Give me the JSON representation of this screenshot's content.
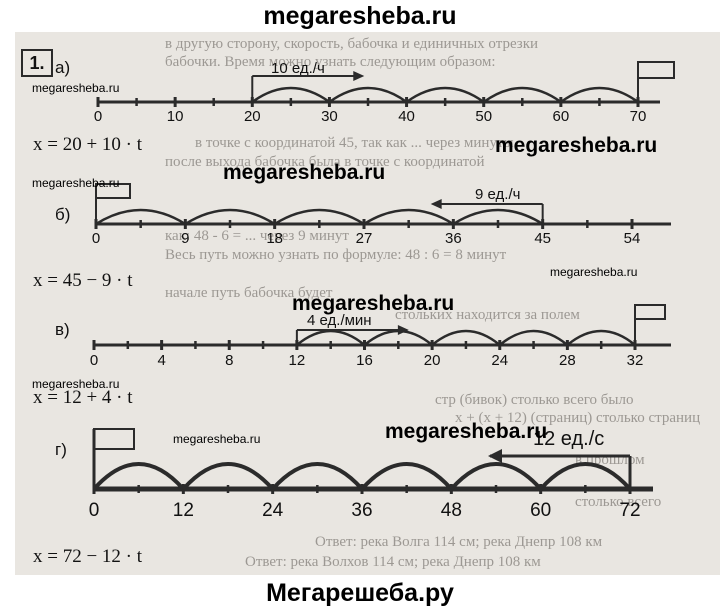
{
  "header": {
    "site": "megaresheba.ru"
  },
  "footer": {
    "site": "Мегарешеба.ру"
  },
  "task_number": "1.",
  "watermarks": {
    "small": "megaresheba.ru",
    "large": "megaresheba.ru"
  },
  "background_text": [
    "в другую сторону, скорость, бабочка и единичных отрезки",
    "бабочки. Время можно узнать следующим образом:",
    "в точке с координатой 45, так как ... через минуты",
    "после выхода бабочка была в точке с координатой",
    "как: 48 - 6 = ... через 9 минут",
    "Весь путь можно узнать по формуле: 48 : 6 = 8 минут",
    "начале путь бабочка будет",
    "стольких находится за полем",
    "стр (бивок) столько всего было",
    "x + (x + 12) (страниц) столько страниц",
    "в прошлом",
    "столько всего",
    "Ответ: река Волга 114 см; река Днепр 108 км",
    "Ответ: река Волхов 114 см; река Днепр 108 км"
  ],
  "problems": [
    {
      "label": "а)",
      "speed_label": "10 ед./ч",
      "ticks": [
        "0",
        "10",
        "20",
        "30",
        "40",
        "50",
        "60",
        "70"
      ],
      "formula": "x = 20 + 10 · t",
      "start": 20,
      "end": 70,
      "step": 10,
      "max": 70,
      "direction": "right"
    },
    {
      "label": "б)",
      "speed_label": "9 ед./ч",
      "ticks": [
        "0",
        "9",
        "18",
        "27",
        "36",
        "45",
        "54"
      ],
      "formula": "x = 45 − 9 · t",
      "start": 45,
      "end": 0,
      "step": 9,
      "max": 54,
      "direction": "left"
    },
    {
      "label": "в)",
      "speed_label": "4 ед./мин",
      "ticks": [
        "0",
        "4",
        "8",
        "12",
        "16",
        "20",
        "24",
        "28",
        "32"
      ],
      "formula": "x = 12 + 4 · t",
      "start": 12,
      "end": 32,
      "step": 4,
      "max": 32,
      "direction": "right"
    },
    {
      "label": "г)",
      "speed_label": "12 ед./с",
      "ticks": [
        "0",
        "12",
        "24",
        "36",
        "48",
        "60",
        "72"
      ],
      "formula": "x = 72 − 12 · t",
      "start": 72,
      "end": 0,
      "step": 12,
      "max": 72,
      "direction": "left"
    }
  ]
}
